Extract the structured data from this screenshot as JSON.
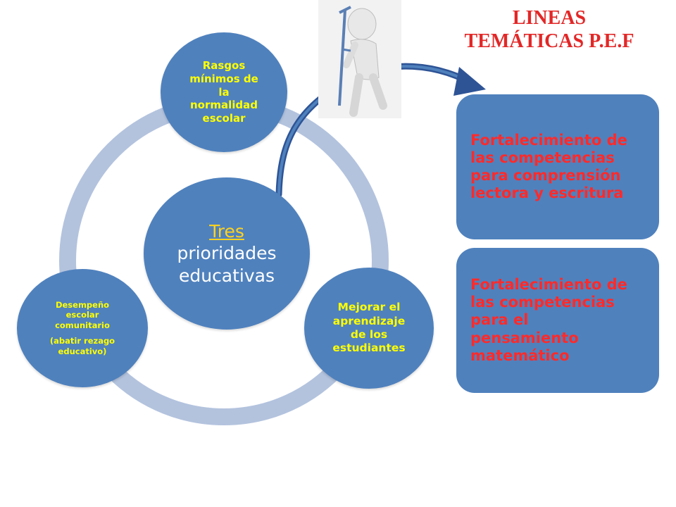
{
  "header": {
    "title_line1": "LINEAS",
    "title_line2": "TEMÁTICAS P.E.F"
  },
  "center": {
    "word1": "Tres",
    "word2": "prioridades",
    "word3": "educativas"
  },
  "top_node": {
    "lines": [
      "Rasgos",
      "mínimos de",
      "la",
      "normalidad",
      "escolar"
    ]
  },
  "bottom_right_node": {
    "lines": [
      "Mejorar el",
      "aprendizaje",
      "de los",
      "estudiantes"
    ]
  },
  "left_node": {
    "lines": [
      "Desempeño",
      "escolar",
      "comunitario"
    ],
    "sub": "(abatir rezago",
    "sub2": "educativo)"
  },
  "boxes": {
    "reading": [
      "Fortalecimiento de",
      "las competencias",
      "para comprensión",
      "lectora y escritura"
    ],
    "math": [
      "Fortalecimiento de",
      "las competencias",
      "para el",
      "pensamiento",
      "matemático"
    ]
  },
  "colors": {
    "node_fill": "#4f81bd",
    "ring": "#b3c3de",
    "node_text": "#ffff00",
    "accent_red": "#e32727"
  },
  "icons": {
    "figure": "figure-with-crutch-icon"
  }
}
